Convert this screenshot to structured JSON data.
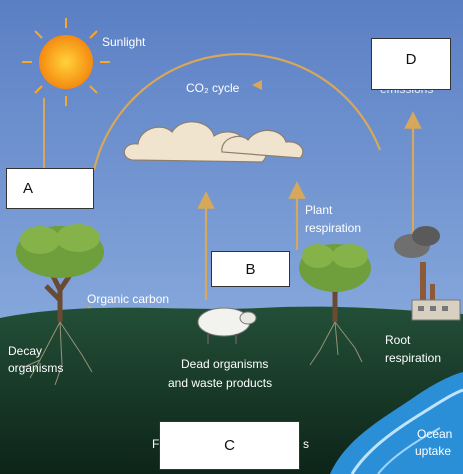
{
  "labels": {
    "sunlight": "Sunlight",
    "co2_cycle": "CO₂ cycle",
    "plant_respiration_1": "Plant",
    "plant_respiration_2": "respiration",
    "organic_carbon": "Organic carbon",
    "decay_organisms_1": "Decay",
    "decay_organisms_2": "organisms",
    "dead_organisms_1": "Dead organisms",
    "dead_organisms_2": "and waste products",
    "root_respiration_1": "Root",
    "root_respiration_2": "respiration",
    "ocean_uptake_1": "Ocean",
    "ocean_uptake_2": "uptake",
    "emissions_partial": "emissions",
    "fossil_partial_left": "F",
    "fossil_partial_right": "s"
  },
  "boxes": {
    "a": "A",
    "b": "B",
    "c": "C",
    "d": "D"
  },
  "colors": {
    "sky_top": "#5d80c4",
    "sky_bottom": "#7da0d8",
    "ground_top": "#1f4a34",
    "ground_bottom": "#0f2a1d",
    "cycle_arrow": "#d7a75a",
    "sun": "#f7a21b",
    "ocean": "#1e88d0"
  }
}
